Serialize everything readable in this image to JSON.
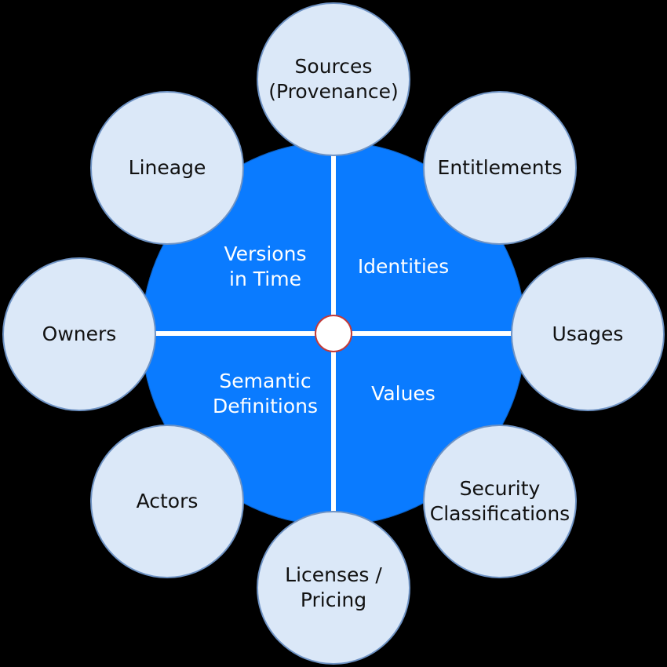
{
  "diagram": {
    "quadrants": {
      "top_left": "Versions\nin Time",
      "top_right": "Identities",
      "bottom_left": "Semantic\nDefinitions",
      "bottom_right": "Values"
    },
    "satellites": {
      "sources": "Sources\n(Provenance)",
      "entitlements": "Entitlements",
      "usages": "Usages",
      "security": "Security\nClassifications",
      "licenses": "Licenses /\nPricing",
      "actors": "Actors",
      "owners": "Owners",
      "lineage": "Lineage"
    },
    "colors": {
      "hub": "#0a7bff",
      "satellite_fill": "#dbe8f8",
      "satellite_border": "#6f93c4",
      "background": "#000000"
    }
  }
}
